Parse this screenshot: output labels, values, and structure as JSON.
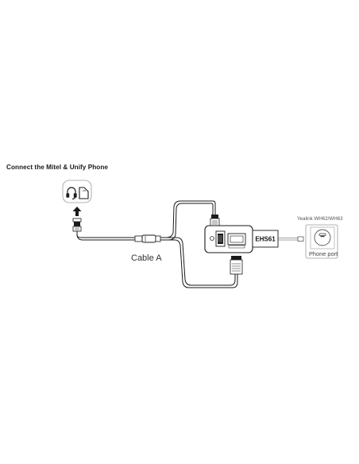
{
  "title": "Connect the Mitel & Unify Phone",
  "labels": {
    "cable": "Cable A",
    "adapter": "EHS61",
    "device": "Yealink WH62/WH63",
    "port": "Phone port"
  },
  "icons": [
    "headset-icon",
    "handset-icon",
    "up-arrow-icon"
  ],
  "colors": {
    "line": "#1a1a1a",
    "arrow": "#1a1a1a",
    "background": "#ffffff"
  }
}
